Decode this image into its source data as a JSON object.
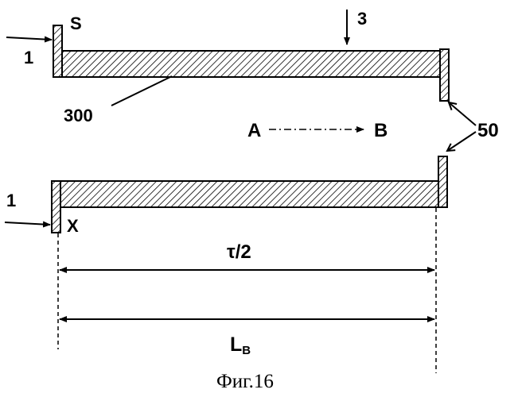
{
  "labels": {
    "s": "S",
    "x": "X",
    "one_top": "1",
    "one_bottom": "1",
    "three": "3",
    "three_hundred": "300",
    "a": "A",
    "b": "B",
    "fifty": "50",
    "tau_half": "τ/2",
    "lb_main": "L",
    "lb_sub": "B"
  },
  "caption": "Фиг.16"
}
